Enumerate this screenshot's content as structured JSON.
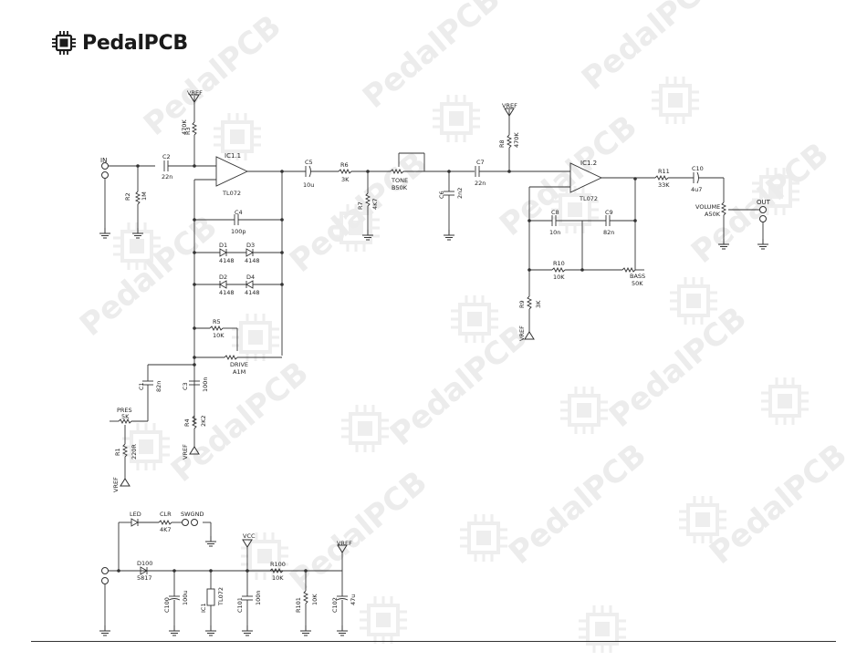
{
  "brand": {
    "name": "PedalPCB",
    "watermark": "PedalPCB"
  },
  "labels": {
    "IN": "IN",
    "OUT": "OUT",
    "C2": "C2",
    "C2v": "22n",
    "R2": "R2",
    "R2v": "1M",
    "R3": "R3",
    "R3v": "470K",
    "VREF": "VREF",
    "IC11": "IC1.1",
    "IC11v": "TL072",
    "C4": "C4",
    "C4v": "100p",
    "D1": "D1",
    "D1v": "4148",
    "D3": "D3",
    "D3v": "4148",
    "D2": "D2",
    "D2v": "4148",
    "D4": "D4",
    "D4v": "4148",
    "R5": "R5",
    "R5v": "10K",
    "DRIVE": "DRIVE",
    "DRIVEv": "A1M",
    "C1": "C1",
    "C1v": "82n",
    "C3": "C3",
    "C3v": "100n",
    "R4": "R4",
    "R4v": "2K2",
    "PRES": "PRES",
    "PRESv": "5K",
    "R1": "R1",
    "R1v": "220R",
    "C5": "C5",
    "C5v": "10u",
    "R6": "R6",
    "R6v": "3K",
    "R7": "R7",
    "R7v": "4K7",
    "TONE": "TONE",
    "TONEv": "B50K",
    "C6": "C6",
    "C6v": "2n2",
    "C7": "C7",
    "C7v": "22n",
    "R8": "R8",
    "R8v": "470K",
    "IC12": "IC1.2",
    "IC12v": "TL072",
    "C8": "C8",
    "C8v": "10n",
    "C9": "C9",
    "C9v": "82n",
    "R10": "R10",
    "R10v": "10K",
    "BASS": "BASS",
    "BASSv": "50K",
    "R9": "R9",
    "R9v": "3K",
    "R11": "R11",
    "R11v": "33K",
    "C10": "C10",
    "C10v": "4u7",
    "VOLUME": "VOLUME",
    "VOLUMEv": "A50K",
    "LED": "LED",
    "CLR": "CLR",
    "CLRv": "4K7",
    "SWGND": "SWGND",
    "D100": "D100",
    "D100v": "5817",
    "VCC": "VCC",
    "C100": "C100",
    "C100v": "100u",
    "IC1": "IC1",
    "IC1v": "TL072",
    "C101": "C101",
    "C101v": "100n",
    "R100": "R100",
    "R100v": "10K",
    "R101": "R101",
    "R101v": "10K",
    "C102": "C102",
    "C102v": "47u"
  }
}
